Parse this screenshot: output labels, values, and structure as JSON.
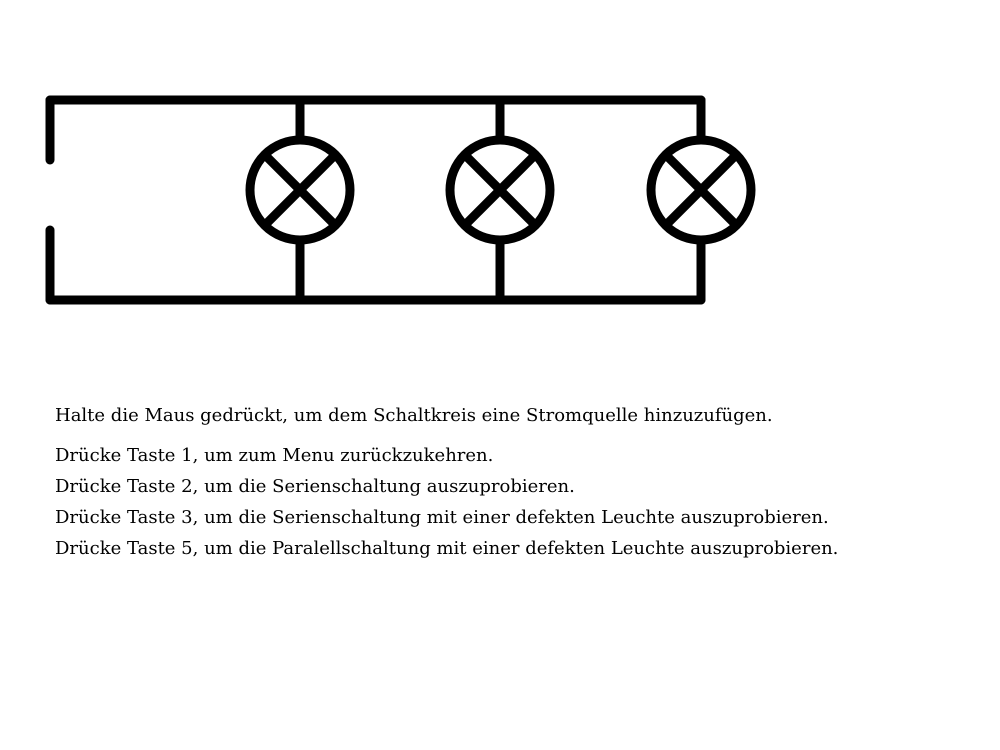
{
  "diagram": {
    "type": "parallel-circuit",
    "lamps": 3,
    "power_source": "absent",
    "line_color": "#000000",
    "background_color": "#ffffff"
  },
  "instructions": {
    "hint": "Halte die Maus gedrückt, um dem Schaltkreis eine Stromquelle hinzuzufügen.",
    "keys": [
      "Drücke Taste 1, um zum Menu zurückzukehren.",
      "Drücke Taste 2, um die Serienschaltung auszuprobieren.",
      "Drücke Taste 3, um die Serienschaltung mit einer defekten Leuchte auszuprobieren.",
      "Drücke Taste 5, um die Paralellschaltung mit einer defekten Leuchte auszuprobieren."
    ]
  }
}
